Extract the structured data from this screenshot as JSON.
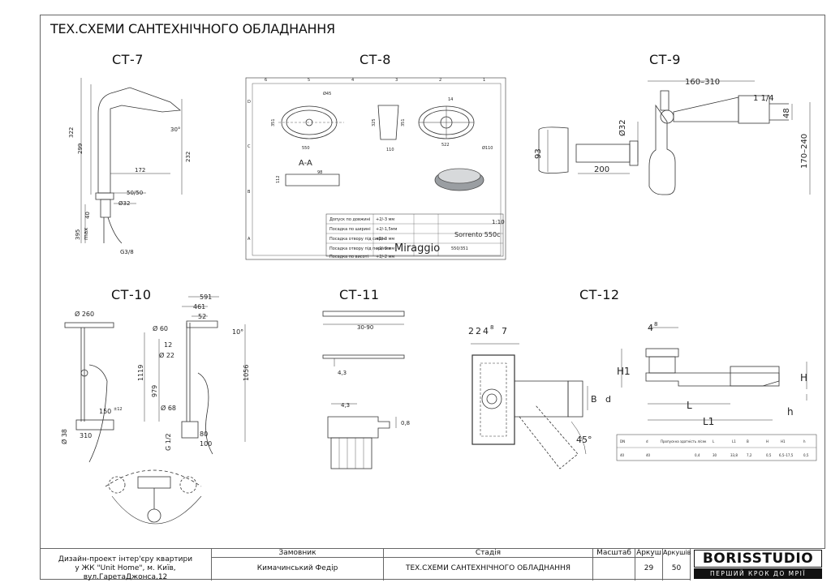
{
  "document": {
    "title": "ТЕХ.СХЕМИ САНТЕХНІЧНОГО ОБЛАДНАННЯ"
  },
  "schemes": {
    "ct7": {
      "label": "СТ-7",
      "dims": [
        "322",
        "299",
        "232",
        "30°",
        "172",
        "50/50",
        "Ø32",
        "40",
        "395",
        "max",
        "G3/8"
      ]
    },
    "ct8": {
      "label": "СТ-8",
      "section_label": "A-A",
      "brand": "Miraggio",
      "model": "Sorrento 550c",
      "size": "550/351",
      "scale": "1:10",
      "dims": [
        "Ø45",
        "351",
        "550",
        "325",
        "351",
        "522",
        "Ø110",
        "110",
        "112",
        "14",
        "98"
      ],
      "grid_cols": [
        "6",
        "5",
        "4",
        "3",
        "2",
        "1"
      ],
      "grid_rows": [
        "D",
        "C",
        "B",
        "A"
      ],
      "table_rows": [
        "Допуск по довжині",
        "Посадка по ширині",
        "Посадка отвору під сифон",
        "Посадка отвору під перелив",
        "Посадка по висоті"
      ],
      "table_vals": [
        "+2/-3 мм",
        "+2/-1,5мм",
        "+2/-3 мм",
        "+2/-3 мм",
        "+2/-2 мм"
      ]
    },
    "ct9": {
      "label": "СТ-9",
      "dims": [
        "160–310",
        "1 1/4",
        "Ø32",
        "48",
        "93",
        "200",
        "170–240"
      ]
    },
    "ct10": {
      "label": "СТ-10",
      "dims": [
        "Ø 260",
        "591",
        "461",
        "52",
        "Ø 60",
        "12",
        "Ø 22",
        "1119",
        "979",
        "1056",
        "10°",
        "150",
        "±12",
        "Ø 38",
        "310",
        "Ø 68",
        "G 1/2",
        "80",
        "100"
      ]
    },
    "ct11": {
      "label": "СТ-11",
      "dims": [
        "30-90",
        "4,3",
        "4,3",
        "0,8"
      ]
    },
    "ct12": {
      "label": "СТ-12",
      "dims": [
        "2",
        "2",
        "4",
        "8",
        "7",
        "B",
        "d",
        "45°",
        "4",
        "8",
        "H1",
        "H",
        "L",
        "L1",
        "h"
      ],
      "table_headers": [
        "DN",
        "d",
        "Пропускна здатність л/сек",
        "L",
        "L1",
        "B",
        "H",
        "H1",
        "h"
      ],
      "table_values": [
        "40",
        "40",
        "0,4",
        "30",
        "33,8",
        "7,2",
        "0,5",
        "6,5–17,5",
        "0,5"
      ]
    }
  },
  "title_block": {
    "project_line1": "Дизайн-проект інтер'єру квартири",
    "project_line2": "у ЖК \"Unit Home\", м. Київ, вул.ГаретаДжонса,12",
    "customer_header": "Замовник",
    "customer_value": "Кимачинський Федір",
    "stage_header": "Стадія",
    "stage_value": "ТЕХ.СХЕМИ САНТЕХНІЧНОГО ОБЛАДНАННЯ",
    "scale_header": "Масштаб",
    "sheet_header": "Аркуш",
    "sheets_header": "Аркушів",
    "sheet_value": "29",
    "sheets_value": "50",
    "logo": "BORISSTUDIO",
    "slogan": "ПЕРШИЙ КРОК ДО МРІЇ"
  }
}
